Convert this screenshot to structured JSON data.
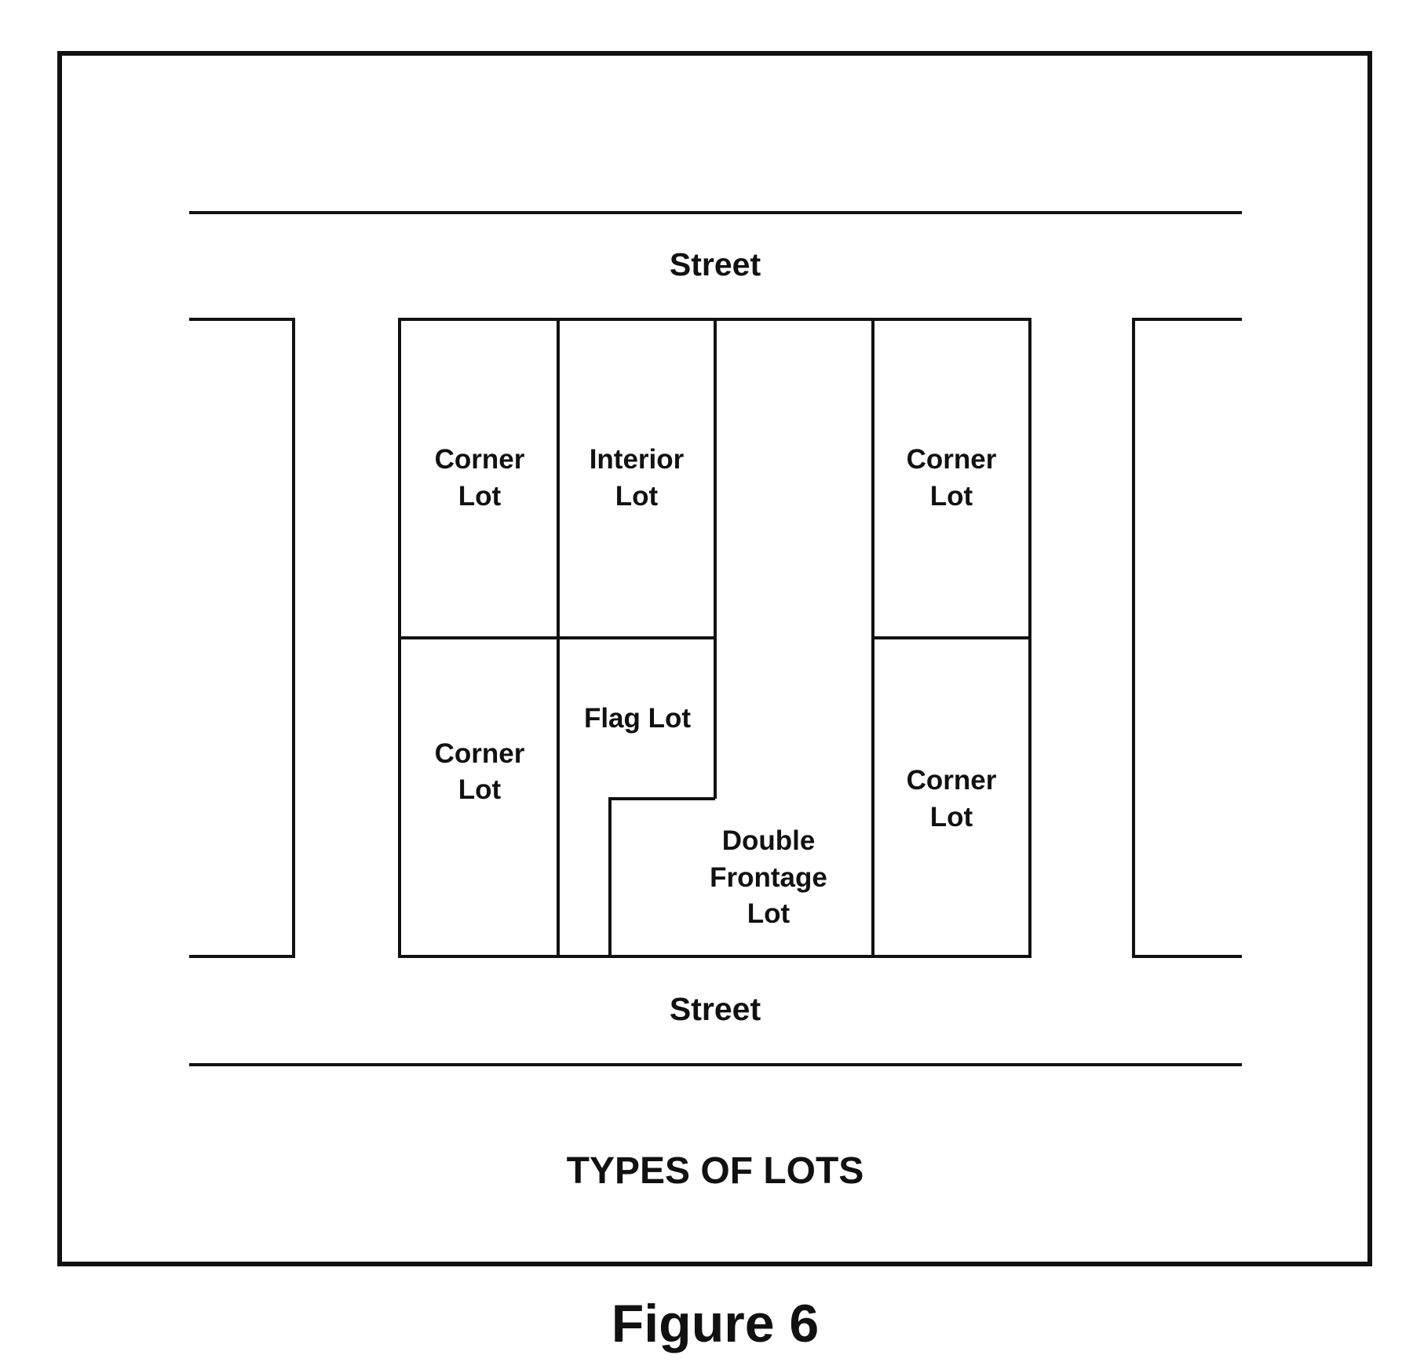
{
  "streets": {
    "top": "Street",
    "bottom": "Street"
  },
  "lots": {
    "corner_top_left": [
      "Corner",
      "Lot"
    ],
    "interior": [
      "Interior",
      "Lot"
    ],
    "corner_top_right": [
      "Corner",
      "Lot"
    ],
    "corner_bottom_left": [
      "Corner",
      "Lot"
    ],
    "flag": "Flag Lot",
    "corner_bottom_right": [
      "Corner",
      "Lot"
    ],
    "double_frontage": [
      "Double",
      "Frontage",
      "Lot"
    ]
  },
  "diagram_title": "TYPES OF LOTS",
  "caption": "Figure 6"
}
